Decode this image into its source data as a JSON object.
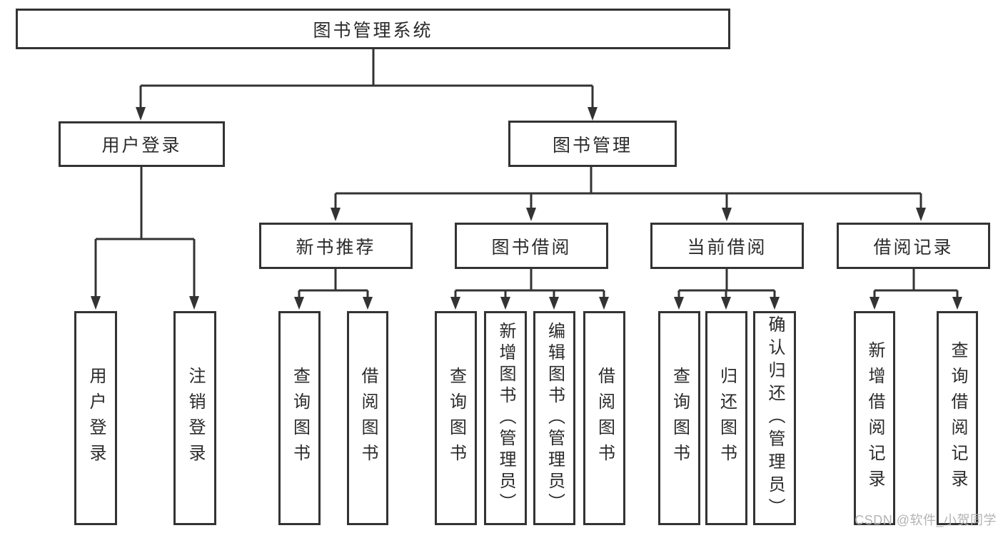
{
  "diagram": {
    "line_color": "#333333",
    "tree": {
      "root": {
        "label": "图书管理系统"
      },
      "branches": [
        {
          "label": "用户登录",
          "children": [
            {
              "label": "用户登录"
            },
            {
              "label": "注销登录"
            }
          ]
        },
        {
          "label": "图书管理",
          "children": [
            {
              "label": "新书推荐",
              "children": [
                {
                  "label": "查询图书"
                },
                {
                  "label": "借阅图书"
                }
              ]
            },
            {
              "label": "图书借阅",
              "children": [
                {
                  "label": "查询图书"
                },
                {
                  "label": "新增图书（管理员）"
                },
                {
                  "label": "编辑图书（管理员）"
                },
                {
                  "label": "借阅图书"
                }
              ]
            },
            {
              "label": "当前借阅",
              "children": [
                {
                  "label": "查询图书"
                },
                {
                  "label": "归还图书"
                },
                {
                  "label": "确认归还（管理员）"
                }
              ]
            },
            {
              "label": "借阅记录",
              "children": [
                {
                  "label": "新增借阅记录"
                },
                {
                  "label": "查询借阅记录"
                }
              ]
            }
          ]
        }
      ]
    }
  },
  "watermark": {
    "text": "CSDN @软件_小贺同学",
    "color": "#b3b3b3"
  }
}
